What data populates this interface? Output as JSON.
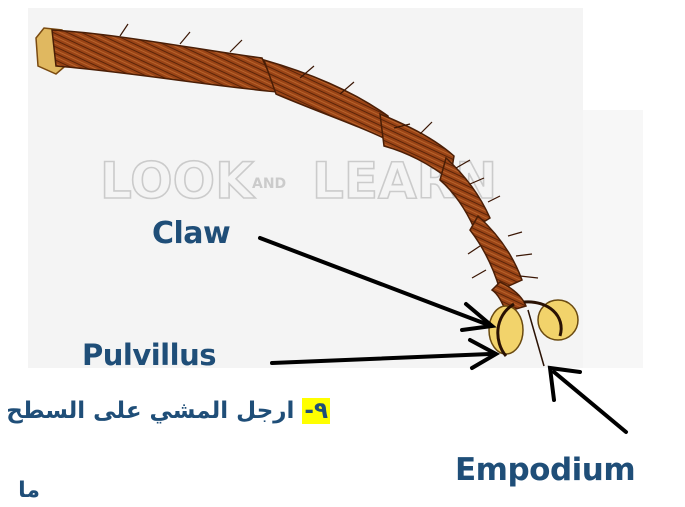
{
  "diagram": {
    "labels": {
      "claw": "Claw",
      "pulvillus": "Pulvillus",
      "empodium": "Empodium"
    },
    "watermark": {
      "left": "LOOK",
      "middle": "AND",
      "right": "LEARN"
    },
    "arabic_text": {
      "number": "٩-",
      "text": "ارجل المشي على السطح",
      "second_line": "ما"
    },
    "colors": {
      "label": "#1f4e78",
      "highlight": "#ffff00",
      "leg": "#8a3a12",
      "pad": "#f2d36b",
      "arrow": "#000000"
    }
  }
}
